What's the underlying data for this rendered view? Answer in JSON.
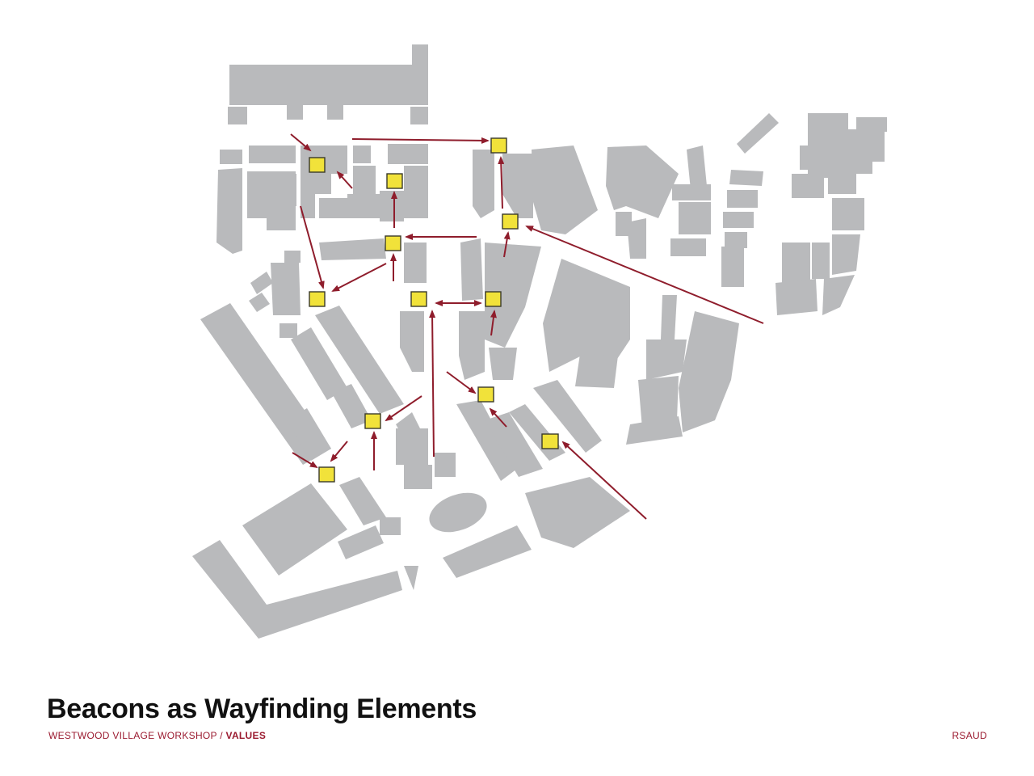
{
  "title": "Beacons as Wayfinding Elements",
  "subtitle": {
    "prefix": "WESTWOOD VILLAGE WORKSHOP",
    "separator": " / ",
    "emphasis": "VALUES"
  },
  "brand": "RSAUD",
  "colors": {
    "building": "#b9babc",
    "route_arrow": "#8f1d2c",
    "beacon_fill": "#f1e23a",
    "text_accent": "#9b1b30"
  },
  "map": {
    "beacon_count": 12,
    "beacon_symbol": "yellow-square",
    "route_symbol": "red-arrow"
  }
}
